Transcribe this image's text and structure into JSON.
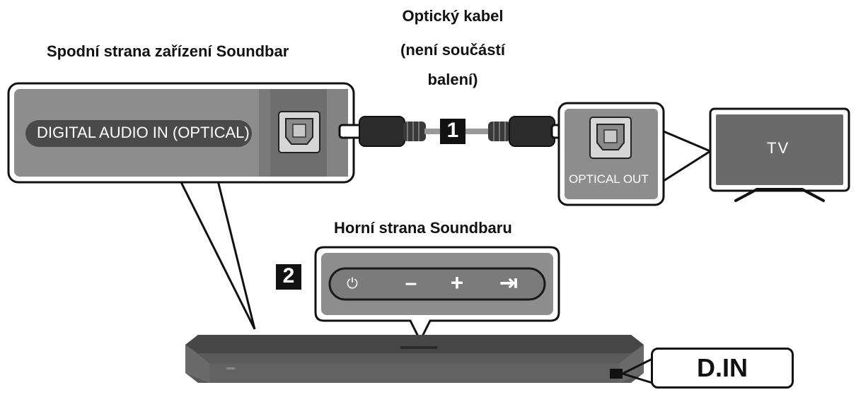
{
  "labels": {
    "bottom_side": "Spodní strana zařízení Soundbar",
    "cable_line1": "Optický kabel",
    "cable_line2": "(není součástí",
    "cable_line3": "balení)",
    "top_side": "Horní strana Soundbaru"
  },
  "ports": {
    "soundbar_input": "DIGITAL AUDIO IN (OPTICAL)",
    "tv_output": "OPTICAL OUT"
  },
  "devices": {
    "tv": "TV"
  },
  "steps": {
    "step1": "1",
    "step2": "2"
  },
  "display": {
    "mode": "D.IN"
  },
  "buttons": {
    "power": "⏻",
    "volume_down": "–",
    "volume_up": "+",
    "source": "⇥"
  },
  "colors": {
    "panel": "#8d8d8d",
    "panel_dark": "#6e6e6e",
    "body": "#5a5a5a",
    "ink": "#111111"
  }
}
